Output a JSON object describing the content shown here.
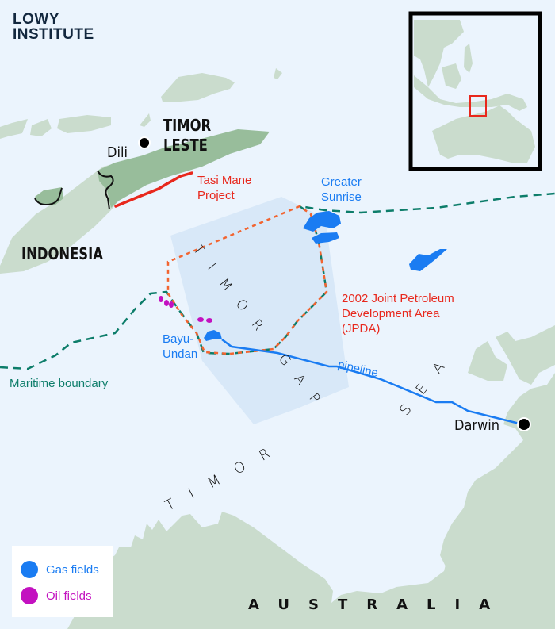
{
  "logo": {
    "line1": "LOWY",
    "line2": "INSTITUTE"
  },
  "labels": {
    "timor_leste_1": "TIMOR",
    "timor_leste_2": "LESTE",
    "dili": "Dili",
    "indonesia": "INDONESIA",
    "tasi_mane_1": "Tasi Mane",
    "tasi_mane_2": "Project",
    "greater_sunrise_1": "Greater",
    "greater_sunrise_2": "Sunrise",
    "jpda_1": "2002 Joint Petroleum",
    "jpda_2": "Development Area",
    "jpda_3": "(JPDA)",
    "bayu_undan_1": "Bayu-",
    "bayu_undan_2": "Undan",
    "maritime_boundary": "Maritime boundary",
    "pipeline": "pipeline",
    "darwin": "Darwin",
    "timor_gap": "TIMOR GAP",
    "timor_sea_1": "SEA",
    "timor_sea_2": "TIMOR",
    "australia": "AUSTRALIA"
  },
  "legend": {
    "items": [
      {
        "label": "Gas fields",
        "color": "#1a7cf2"
      },
      {
        "label": "Oil fields",
        "color": "#c311c0"
      }
    ]
  },
  "colors": {
    "sea": "#ebf4fd",
    "land": "#cadccd",
    "timor_leste": "#98bd9b",
    "timor_gap_zone": "#d8e8f8",
    "jpda_border": "#f26430",
    "maritime_boundary": "#0d7d6a",
    "pipeline": "#1a7cf2",
    "tasi_mane": "#e8281d",
    "gas": "#1a7cf2",
    "oil": "#c311c0",
    "inset_box": "#e8281d"
  }
}
